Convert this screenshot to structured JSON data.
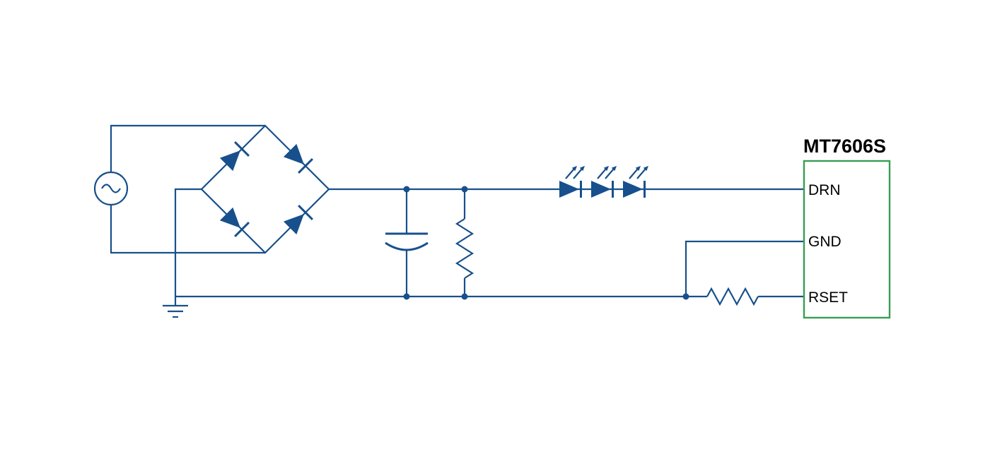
{
  "colors": {
    "wire": "#17508c",
    "ic_border": "#389e53",
    "label_text": "#000000",
    "background": "#ffffff"
  },
  "ic": {
    "title": "MT7606S",
    "pins": [
      {
        "name": "DRN"
      },
      {
        "name": "GND"
      },
      {
        "name": "RSET"
      }
    ]
  },
  "components": {
    "ac_source": "ac-voltage-source",
    "bridge_rectifier": "diode-bridge-rectifier",
    "smoothing_capacitor": "polarized-capacitor",
    "bleeder_resistor": "resistor",
    "led_string": "series-led-string-of-3",
    "rset_resistor": "current-set-resistor",
    "ground": "earth-ground"
  }
}
